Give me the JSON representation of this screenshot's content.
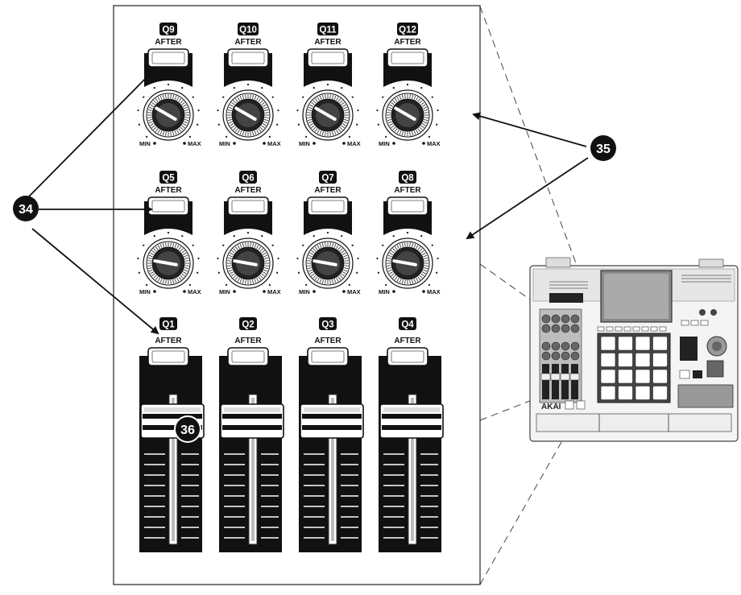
{
  "panel": {
    "after_label": "AFTER",
    "min_label": "MIN",
    "max_label": "MAX",
    "knob_rows": [
      {
        "row": "top",
        "labels": [
          "Q9",
          "Q10",
          "Q11",
          "Q12"
        ]
      },
      {
        "row": "middle",
        "labels": [
          "Q5",
          "Q6",
          "Q7",
          "Q8"
        ]
      }
    ],
    "fader_labels": [
      "Q1",
      "Q2",
      "Q3",
      "Q4"
    ]
  },
  "callouts": {
    "knobs_after_buttons": "34",
    "knob_controls": "35",
    "fader": "36"
  },
  "device": {
    "brand": "AKAI"
  },
  "colors": {
    "ink": "#111111",
    "panel_bg": "#ffffff",
    "device_gray": "#cfcfcf"
  }
}
